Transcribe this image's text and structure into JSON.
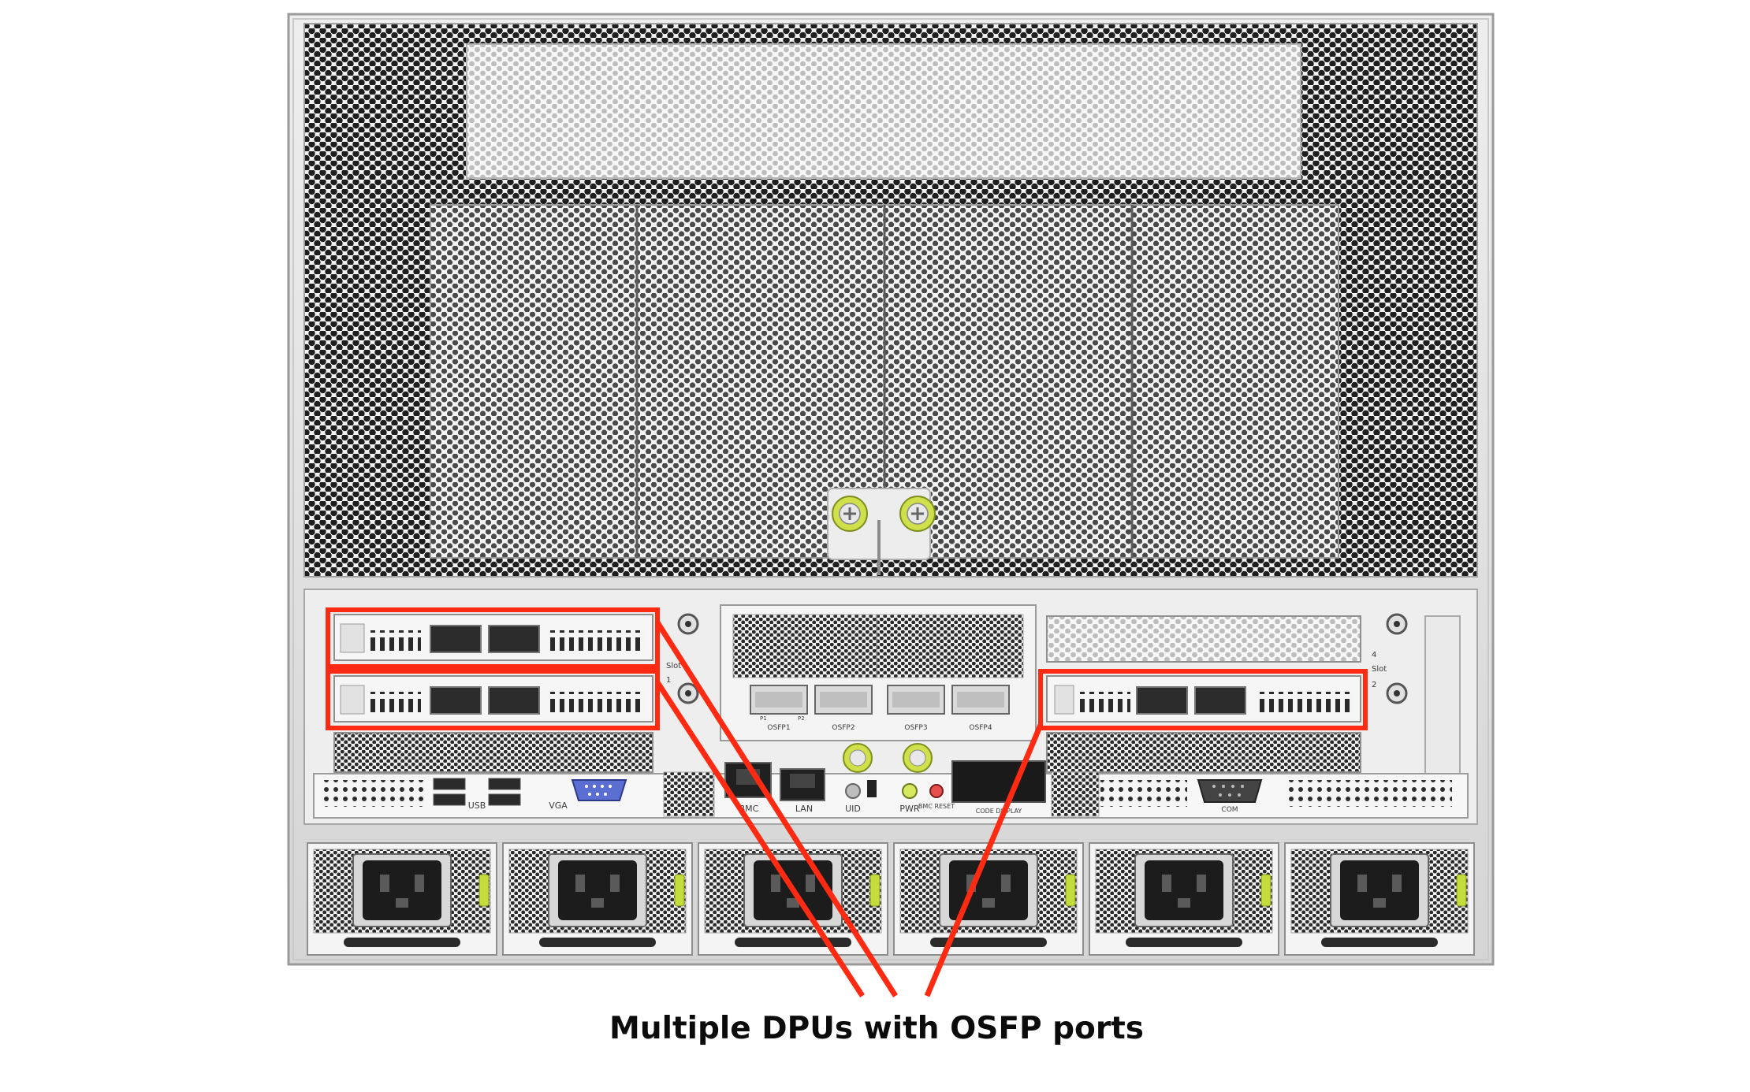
{
  "caption": "Multiple DPUs with OSFP ports",
  "colors": {
    "highlight": "#ff2a12",
    "chassis": "#d9d9d9",
    "mesh_dark": "#2a2a2a",
    "mesh_light": "#f4f4f4",
    "latch": "#c5dc3a"
  },
  "io_labels": {
    "usb": "USB",
    "vga": "VGA",
    "bmc": "BMC",
    "lan": "LAN",
    "uid": "UID",
    "pwr": "PWR",
    "bmc_reset": "BMC RESET",
    "code_display": "CODE DISPLAY",
    "com": "COM"
  },
  "osfp_labels": [
    "OSFP1",
    "OSFP2",
    "OSFP3",
    "OSFP4"
  ],
  "port_pair_labels": [
    "P1",
    "P2"
  ],
  "slot_labels": {
    "slot_word": "Slot",
    "slot_1": "1",
    "slot_2": "2",
    "slot_4": "4"
  },
  "icons": [
    "thumbscrew-icon",
    "power-inlet-icon",
    "vga-connector-icon",
    "serial-connector-icon",
    "rj45-port-icon",
    "usb-port-icon"
  ],
  "power_supply_count": 6,
  "highlighted_dpu_count": 3
}
